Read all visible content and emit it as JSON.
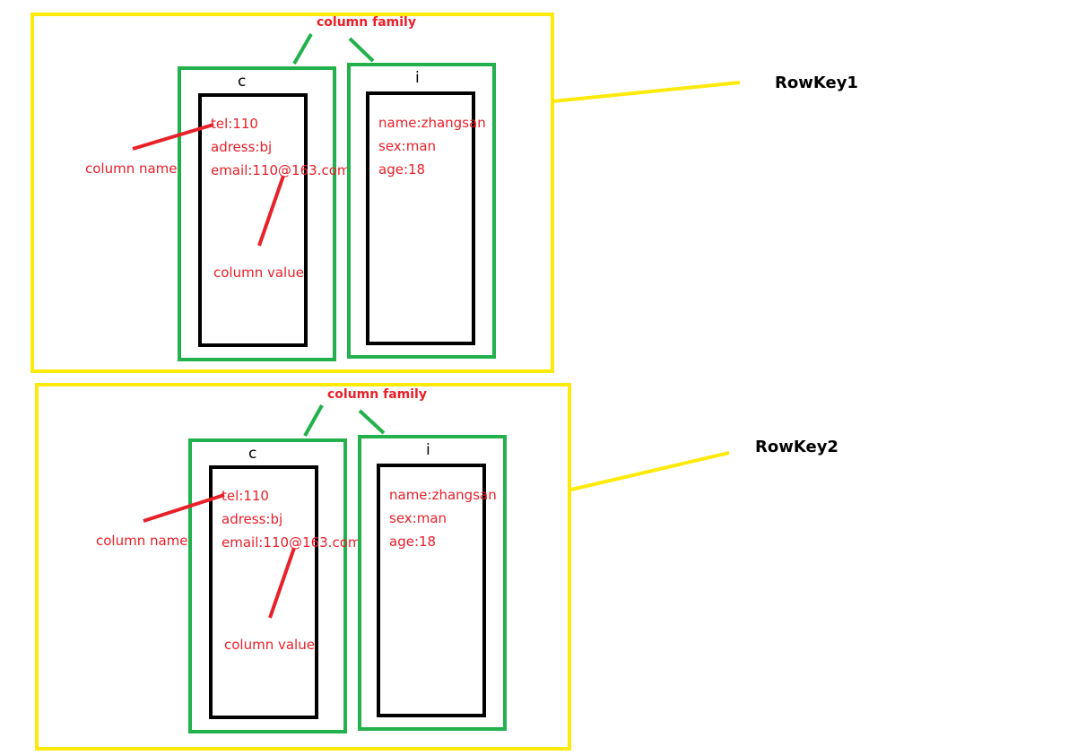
{
  "colors": {
    "row_border": "#fcea0a",
    "family_border": "#22b14c",
    "column_border": "#000000",
    "annotation": "#e8202a"
  },
  "rows": [
    {
      "rowkey": "RowKey1",
      "family_header": "column family",
      "families": [
        {
          "name": "c",
          "columns": [
            "tel:110",
            "adress:bj",
            "email:110@163.com"
          ]
        },
        {
          "name": "i",
          "columns": [
            "name:zhangsan",
            "sex:man",
            "age:18"
          ]
        }
      ],
      "column_name_label": "column name",
      "column_value_label": "column value"
    },
    {
      "rowkey": "RowKey2",
      "family_header": "column family",
      "families": [
        {
          "name": "c",
          "columns": [
            "tel:110",
            "adress:bj",
            "email:110@163.com"
          ]
        },
        {
          "name": "i",
          "columns": [
            "name:zhangsan",
            "sex:man",
            "age:18"
          ]
        }
      ],
      "column_name_label": "column name",
      "column_value_label": "column value"
    }
  ]
}
